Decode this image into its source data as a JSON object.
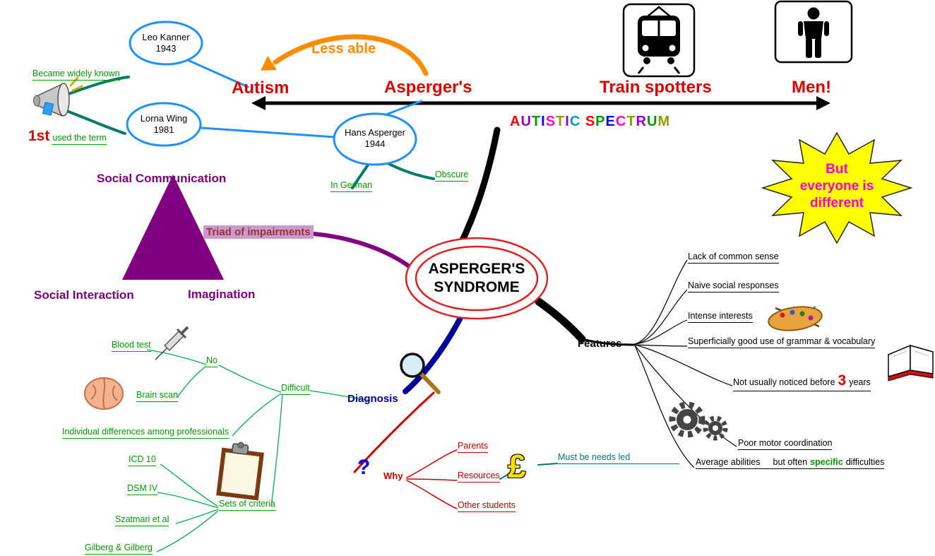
{
  "colors": {
    "node_outline_red": "#e02020",
    "axis_label_red": "#e00000",
    "orange_arrow": "#ff8c00",
    "history_ellipse_blue": "#1e90ff",
    "teal_branch": "#007a6c",
    "green_branch": "#00a000",
    "red_branch": "#cc0000",
    "purple_branch": "#800080",
    "diagnosis_blue": "#000099",
    "starburst_fill": "#ffff00",
    "starburst_text": "#ff00cc",
    "triad_highlight": "#cc99cc",
    "pound_yellow": "#ffdf00"
  },
  "center": {
    "line1": "ASPERGER'S",
    "line2": "SYNDROME"
  },
  "axis": {
    "autism": "Autism",
    "aspergers": "Asperger's",
    "train_spotters": "Train spotters",
    "men": "Men!",
    "less_able": "Less able"
  },
  "spectrum_letters": [
    {
      "ch": "A",
      "color": "#ff0000"
    },
    {
      "ch": "U",
      "color": "#9900cc"
    },
    {
      "ch": "T",
      "color": "#009900"
    },
    {
      "ch": "I",
      "color": "#0000ff"
    },
    {
      "ch": "S",
      "color": "#ff00cc"
    },
    {
      "ch": "T",
      "color": "#999900"
    },
    {
      "ch": "I",
      "color": "#9900cc"
    },
    {
      "ch": "C",
      "color": "#0099cc"
    },
    {
      "ch": " ",
      "color": "#000000"
    },
    {
      "ch": "S",
      "color": "#ff0000"
    },
    {
      "ch": "P",
      "color": "#009900"
    },
    {
      "ch": "E",
      "color": "#0000ff"
    },
    {
      "ch": "C",
      "color": "#ff00cc"
    },
    {
      "ch": "T",
      "color": "#999900"
    },
    {
      "ch": "R",
      "color": "#9900cc"
    },
    {
      "ch": "U",
      "color": "#009900"
    },
    {
      "ch": "M",
      "color": "#999900"
    }
  ],
  "history": {
    "leo_kanner_name": "Leo Kanner",
    "leo_kanner_year": "1943",
    "lorna_wing_name": "Lorna Wing",
    "lorna_wing_year": "1981",
    "hans_asperger_name": "Hans Asperger",
    "hans_asperger_year": "1944",
    "became_widely_known": "Became widely known",
    "first": "1st",
    "used_the_term": "used the term",
    "in_german": "In German",
    "obscure": "Obscure"
  },
  "starburst": {
    "line1": "But",
    "line2": "everyone is",
    "line3": "different"
  },
  "triad": {
    "label": "Triad of impairments",
    "social_communication": "Social Communication",
    "social_interaction": "Social Interaction",
    "imagination": "Imagination"
  },
  "diagnosis": {
    "label": "Diagnosis",
    "difficult": "Difficult",
    "no": "No",
    "blood_test": "Blood test",
    "brain_scan": "Brain scan",
    "individual_differences": "Individual differences among professionals",
    "sets_of_criteria": "Sets of criteria",
    "icd10": "ICD 10",
    "dsm4": "DSM IV",
    "szatmari": "Szatmari et al",
    "gilberg": "Gilberg & Gilberg"
  },
  "why": {
    "question_mark": "?",
    "label": "Why",
    "parents": "Parents",
    "resources": "Resources",
    "other_students": "Other students",
    "pound": "£",
    "must_be_needs_led": "Must be needs led"
  },
  "features": {
    "label": "Features",
    "lack_common_sense": "Lack of common sense",
    "naive_social_responses": "Naive social responses",
    "intense_interests": "Intense interests",
    "grammar_vocabulary": "Superficially good use of grammar & vocabulary",
    "not_noticed_before": "Not usually noticed before",
    "three": "3",
    "years": "years",
    "poor_motor": "Poor motor coordination",
    "average_abilities": "Average abilities",
    "but_often": "but often",
    "specific": "specific",
    "difficulties": "difficulties"
  }
}
